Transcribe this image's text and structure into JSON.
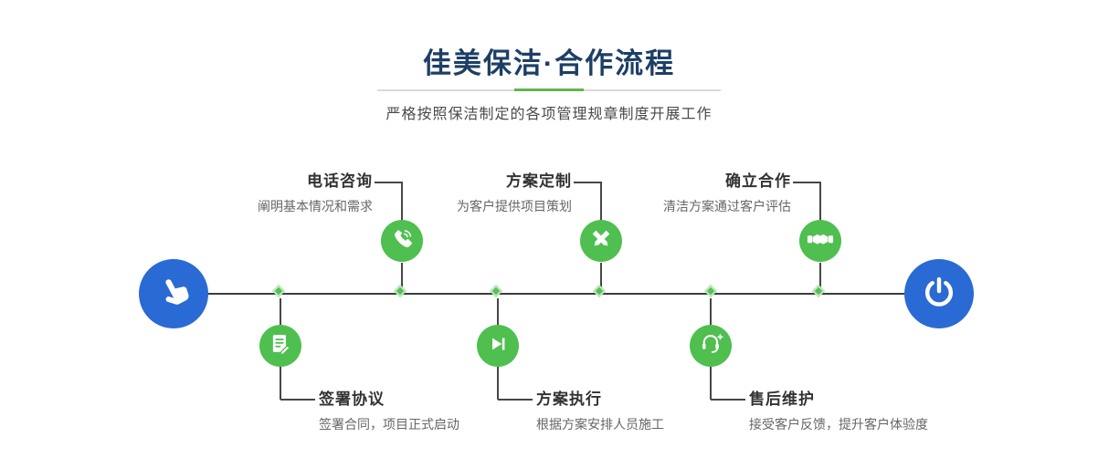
{
  "header": {
    "title": "佳美保洁·合作流程",
    "subtitle": "严格按照保洁制定的各项管理规章制度开展工作"
  },
  "steps_top": [
    {
      "title": "电话咨询",
      "desc": "阐明基本情况和需求",
      "icon": "phone-icon"
    },
    {
      "title": "方案定制",
      "desc": "为客户提供项目策划",
      "icon": "design-pens-icon"
    },
    {
      "title": "确立合作",
      "desc": "清洁方案通过客户评估",
      "icon": "handshake-icon"
    }
  ],
  "steps_bottom": [
    {
      "title": "签署协议",
      "desc": "签署合同，项目正式启动",
      "icon": "contract-sign-icon"
    },
    {
      "title": "方案执行",
      "desc": "根据方案安排人员施工",
      "icon": "play-execute-icon"
    },
    {
      "title": "售后维护",
      "desc": "接受客户反馈，提升客户体验度",
      "icon": "headset-service-icon"
    }
  ],
  "timeline": {
    "start_icon": "pointer-hand-icon",
    "end_icon": "power-icon"
  },
  "colors": {
    "accent_blue": "#2a6ad4",
    "accent_green": "#4fbf4f",
    "title_navy": "#1d3f66"
  }
}
